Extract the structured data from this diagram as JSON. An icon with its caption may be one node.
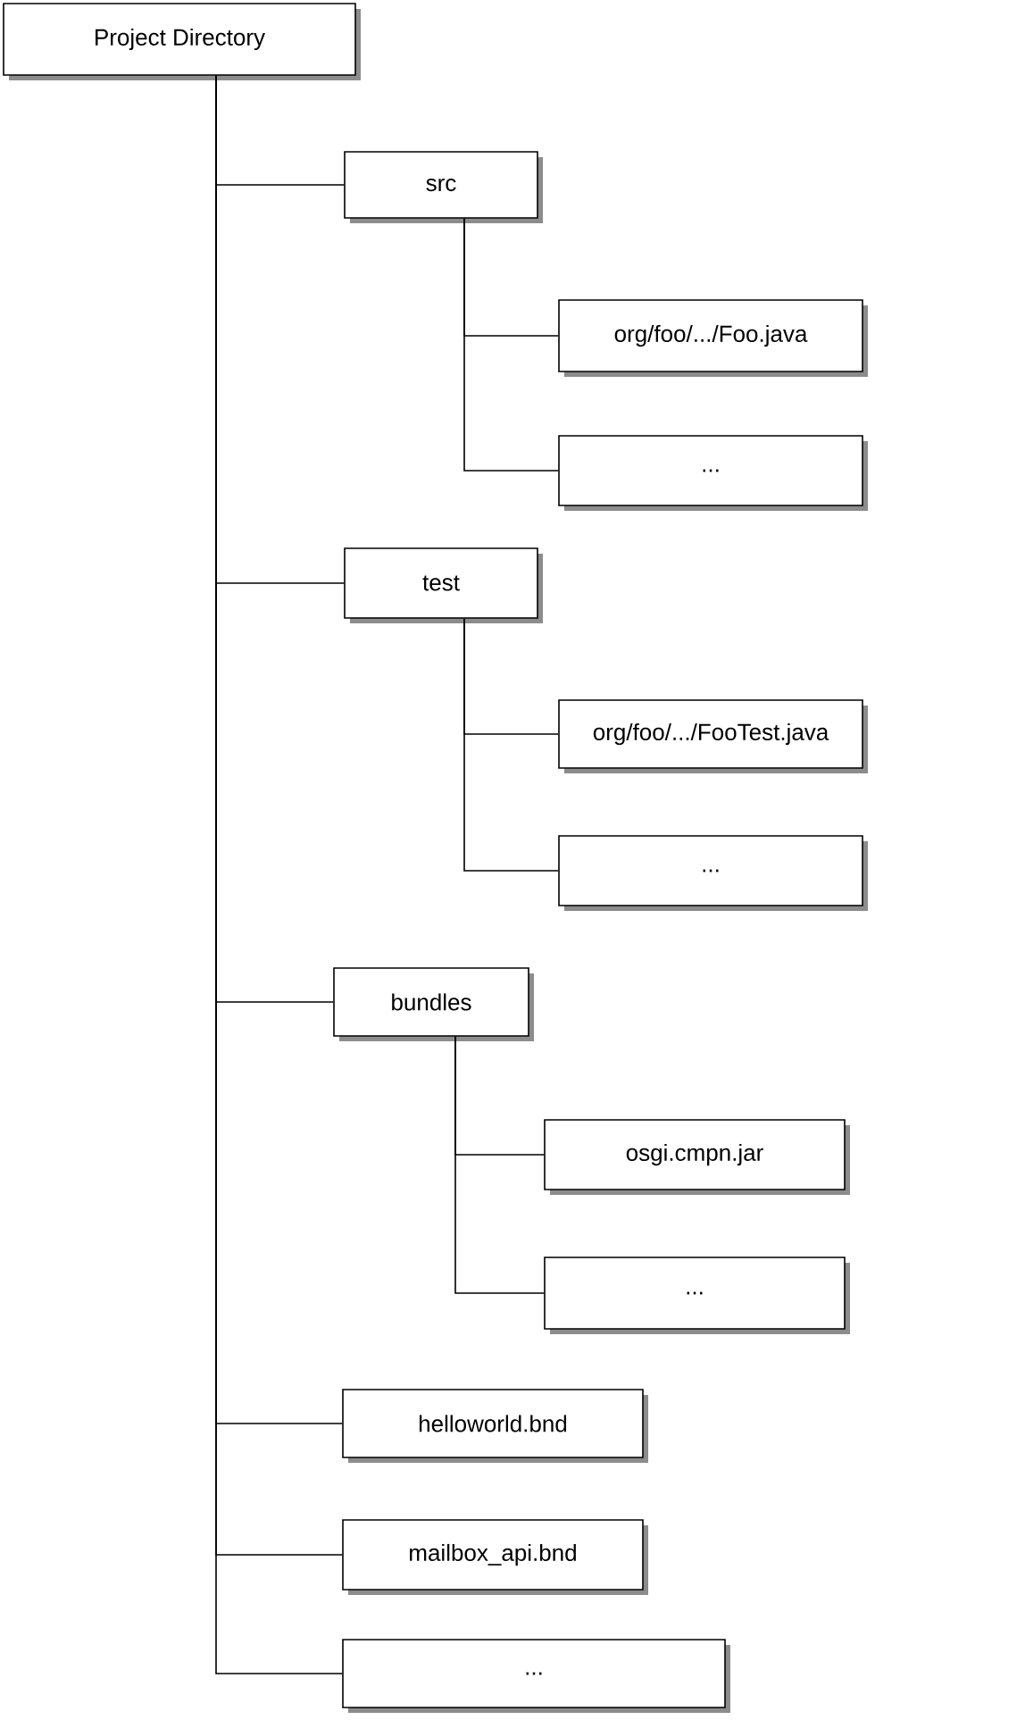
{
  "diagram": {
    "nodes": [
      {
        "text": [
          "Project Directory"
        ]
      },
      {
        "text": [
          "src"
        ]
      },
      {
        "text": [
          "org/foo/.../Foo.java"
        ]
      },
      {
        "text": [
          "..."
        ]
      },
      {
        "text": [
          "test"
        ]
      },
      {
        "text": [
          "org/foo/.../FooTest.java"
        ]
      },
      {
        "text": [
          "..."
        ]
      },
      {
        "text": [
          "bundles"
        ]
      },
      {
        "text": [
          "osgi.cmpn.jar"
        ]
      },
      {
        "text": [
          "..."
        ]
      },
      {
        "text": [
          "helloworld.bnd"
        ]
      },
      {
        "text": [
          "mailbox_api.bnd"
        ]
      },
      {
        "text": [
          "..."
        ]
      }
    ],
    "edges": [
      {
        "from": 0,
        "to": 1,
        "arrow": "none"
      },
      {
        "from": 1,
        "to": 2,
        "arrow": "none"
      },
      {
        "from": 1,
        "to": 3,
        "arrow": "none"
      },
      {
        "from": 0,
        "to": 4,
        "arrow": "none"
      },
      {
        "from": 4,
        "to": 5,
        "arrow": "none"
      },
      {
        "from": 4,
        "to": 6,
        "arrow": "none"
      },
      {
        "from": 0,
        "to": 7,
        "arrow": "none"
      },
      {
        "from": 7,
        "to": 8,
        "arrow": "none"
      },
      {
        "from": 7,
        "to": 9,
        "arrow": "none"
      },
      {
        "from": 0,
        "to": 10,
        "arrow": "none"
      },
      {
        "from": 0,
        "to": 11,
        "arrow": "none"
      },
      {
        "from": 0,
        "to": 12,
        "arrow": "none"
      }
    ]
  }
}
